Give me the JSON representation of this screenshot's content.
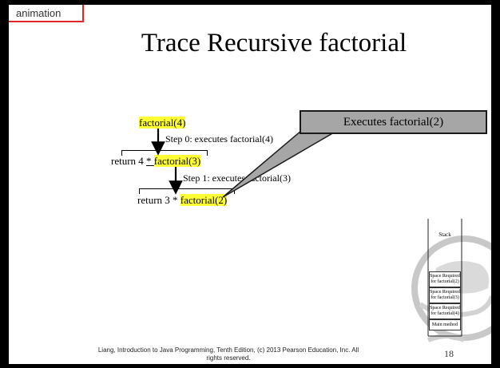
{
  "slide": {
    "tag": "animation",
    "title": "Trace Recursive factorial"
  },
  "trace": {
    "call0": "factorial(4)",
    "step0": "Step 0: executes factorial(4)",
    "ret1_prefix": "return 4 ",
    "ret1_op": "* ",
    "ret1_call": "factorial(3)",
    "step1": "Step 1: executes factorial(3)",
    "ret2_prefix": "return 3 * ",
    "ret2_call": "factorial(2)"
  },
  "callout": {
    "text": "Executes factorial(2)"
  },
  "stack": {
    "label": "Stack",
    "cells": [
      "Space Required for factorial(2)",
      "Space Required for factorial(3)",
      "Space Required for factorial(4)",
      "Main method"
    ]
  },
  "footer": {
    "text": "Liang, Introduction to Java Programming, Tenth Edition, (c) 2013 Pearson Education, Inc. All rights reserved.",
    "page": "18"
  },
  "colors": {
    "highlight": "#ffff33",
    "tag_border": "#e0262b",
    "callout_fill": "#a6a6a6"
  }
}
